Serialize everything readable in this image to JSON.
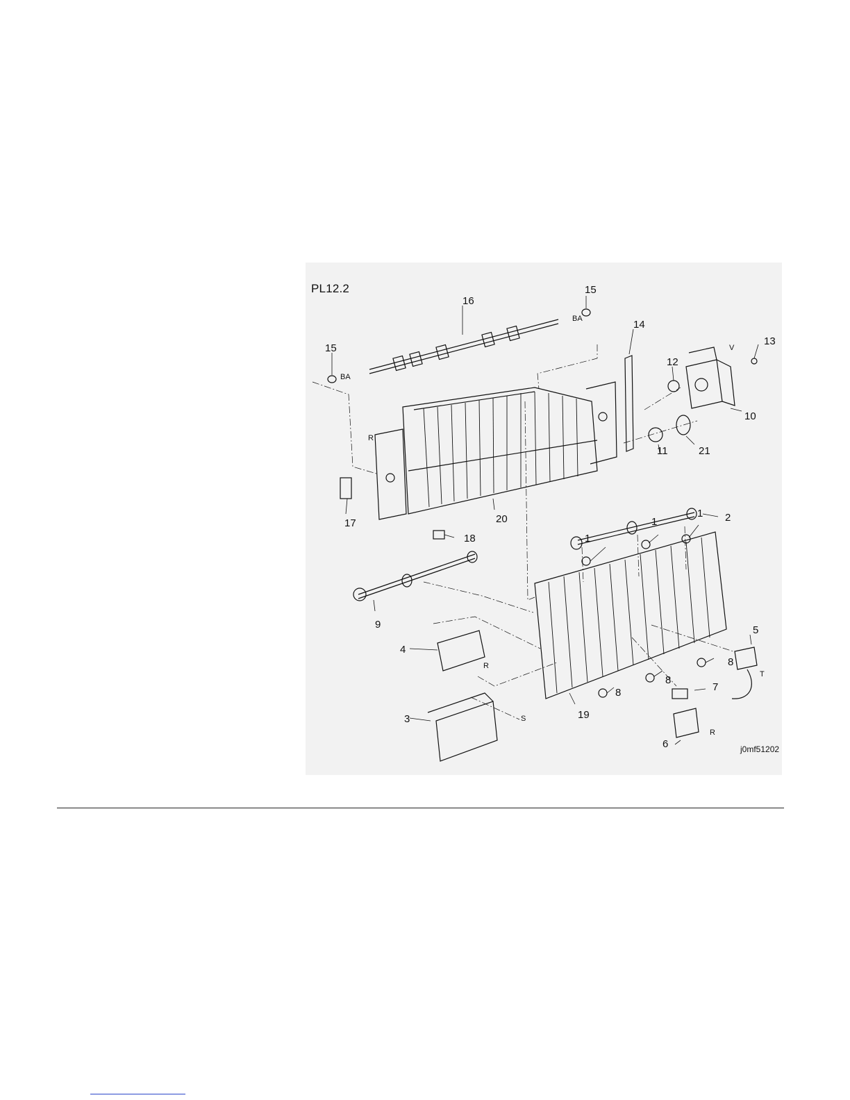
{
  "figure": {
    "plate_id": "PL12.2",
    "drawing_id": "j0mf51202",
    "callouts": [
      "15",
      "16",
      "15",
      "14",
      "13",
      "12",
      "10",
      "11",
      "21",
      "2",
      "17",
      "18",
      "20",
      "1",
      "1",
      "1",
      "9",
      "5",
      "4",
      "8",
      "8",
      "8",
      "7",
      "3",
      "19",
      "6"
    ],
    "reference_letters": [
      "BA",
      "BA",
      "V",
      "R",
      "R",
      "S",
      "T",
      "R"
    ]
  },
  "colors": {
    "panel_background": "#f2f2f2",
    "line": "#111111",
    "footer_link": "#2a45c9"
  }
}
